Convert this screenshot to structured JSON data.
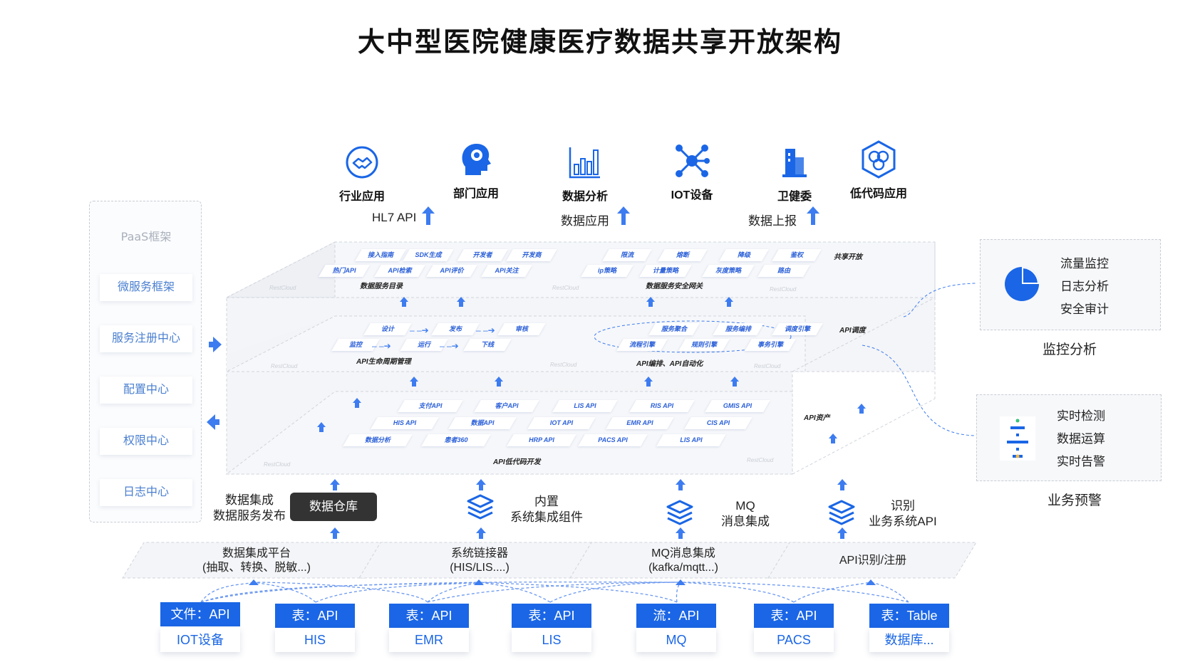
{
  "title": "大中型医院健康医疗数据共享开放架构",
  "apps": [
    "行业应用",
    "部门应用",
    "数据分析",
    "IOT设备",
    "卫健委",
    "低代码应用"
  ],
  "up_labels": [
    "HL7 API",
    "数据应用",
    "数据上报"
  ],
  "paas": {
    "title": "PaaS框架",
    "items": [
      "微服务框架",
      "服务注册中心",
      "配置中心",
      "权限中心",
      "日志中心"
    ]
  },
  "layer1": {
    "left_tags_row1": [
      "接入指南",
      "SDK生成",
      "开发者",
      "开发商"
    ],
    "left_tags_row2": [
      "热门API",
      "API检索",
      "API评价",
      "API关注"
    ],
    "left_caption": "数据服务目录",
    "right_tags_row1": [
      "限流",
      "熔断",
      "降级",
      "鉴权"
    ],
    "right_tags_row2": [
      "ip策略",
      "计量策略",
      "灰度策略",
      "路由"
    ],
    "right_extra": "共享开放",
    "right_caption": "数据服务安全网关"
  },
  "layer2": {
    "left_row1": [
      "设计",
      "发布",
      "审核"
    ],
    "left_row2": [
      "监控",
      "运行",
      "下线"
    ],
    "left_caption": "API生命周期管理",
    "right_row1": [
      "服务聚合",
      "服务编排",
      "调度引擎"
    ],
    "right_row2": [
      "流程引擎",
      "规则引擎",
      "事务引擎"
    ],
    "right_extra": "API调度",
    "right_caption": "API编排、API自动化"
  },
  "layer3": {
    "row1": [
      "支付API",
      "客户API",
      "LIS API",
      "RIS API",
      "GMIS API"
    ],
    "row2": [
      "HIS API",
      "数据API",
      "IOT API",
      "EMR API",
      "CIS API"
    ],
    "row3": [
      "数据分析",
      "患者360",
      "HRP API",
      "PACS API",
      "LIS API"
    ],
    "caption": "API低代码开发",
    "right_extra": "API资产"
  },
  "watermark": "RestCloud",
  "monitor": {
    "items": [
      "流量监控",
      "日志分析",
      "安全审计"
    ],
    "caption": "监控分析"
  },
  "alert": {
    "items": [
      "实时检测",
      "数据运算",
      "实时告警"
    ],
    "caption": "业务预警"
  },
  "middle": {
    "integ": [
      "数据集成",
      "数据服务发布"
    ],
    "warehouse": "数据仓库",
    "builtin": [
      "内置",
      "系统集成组件"
    ],
    "mq": [
      "MQ",
      "消息集成"
    ],
    "recog": [
      "识别",
      "业务系统API"
    ]
  },
  "platforms": [
    [
      "数据集成平台",
      "(抽取、转换、脱敏...)"
    ],
    [
      "系统链接器",
      "(HIS/LIS....)"
    ],
    [
      "MQ消息集成",
      "(kafka/mqtt...)"
    ],
    [
      "API识别/注册"
    ]
  ],
  "sources": [
    {
      "type": "文件：API",
      "name": "IOT设备"
    },
    {
      "type": "表：API",
      "name": "HIS"
    },
    {
      "type": "表：API",
      "name": "EMR"
    },
    {
      "type": "表：API",
      "name": "LIS"
    },
    {
      "type": "流：API",
      "name": "MQ"
    },
    {
      "type": "表：API",
      "name": "PACS"
    },
    {
      "type": "表：Table",
      "name": "数据库..."
    }
  ],
  "colors": {
    "accent": "#1a66e6",
    "arrow": "#3d7cf0"
  }
}
